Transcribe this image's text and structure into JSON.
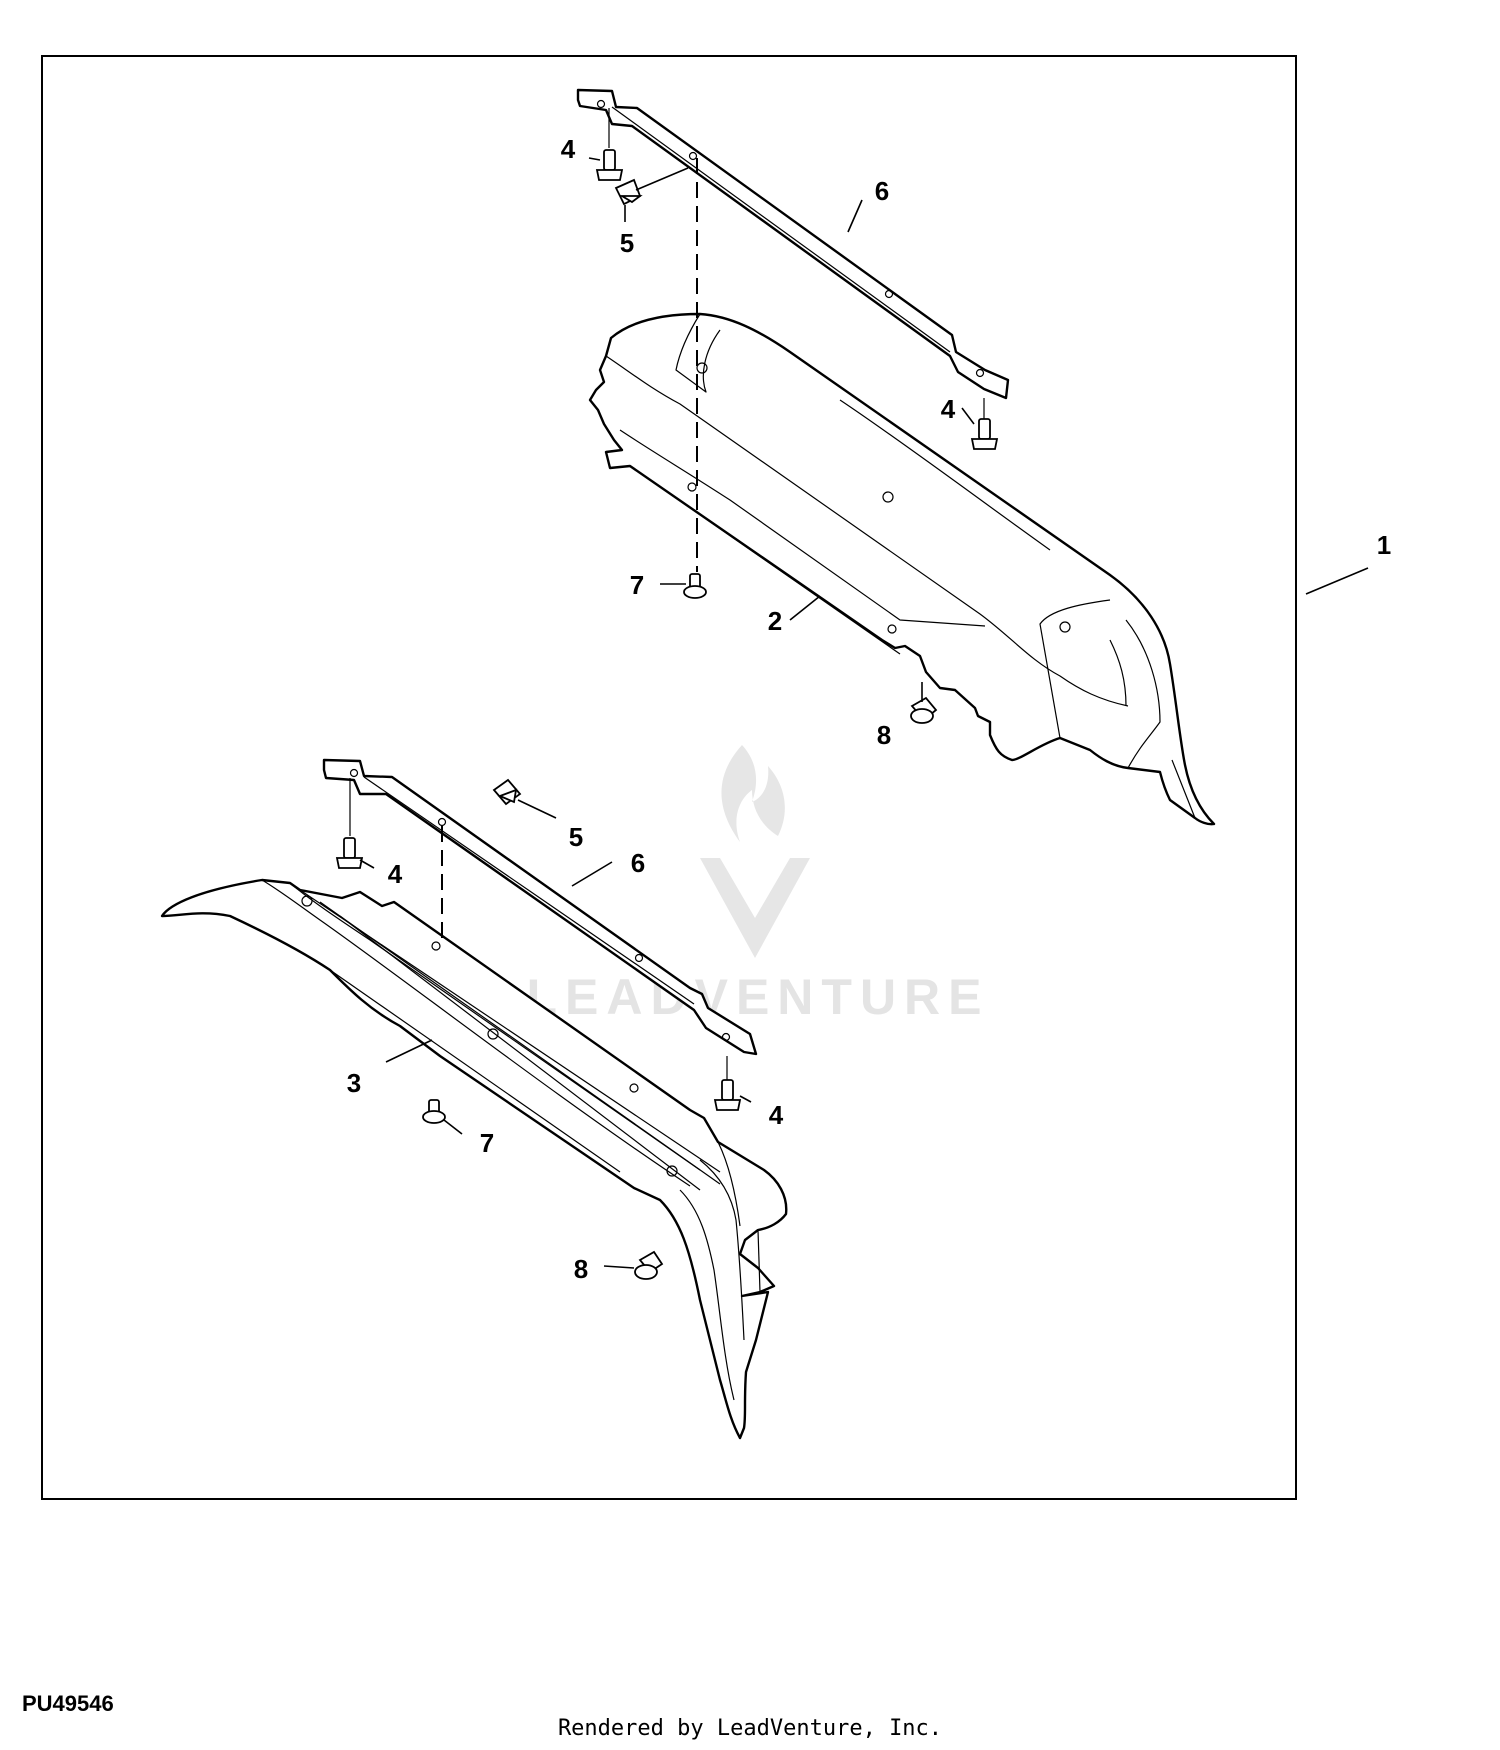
{
  "callouts": {
    "c1": "1",
    "c2": "2",
    "c3": "3",
    "c4a": "4",
    "c4b": "4",
    "c4c": "4",
    "c4d": "4",
    "c5a": "5",
    "c5b": "5",
    "c6a": "6",
    "c6b": "6",
    "c7a": "7",
    "c7b": "7",
    "c8a": "8",
    "c8b": "8"
  },
  "watermark": {
    "text": "LEADVENTURE"
  },
  "footer": {
    "figure_id": "PU49546",
    "credit": "Rendered by LeadVenture, Inc."
  }
}
